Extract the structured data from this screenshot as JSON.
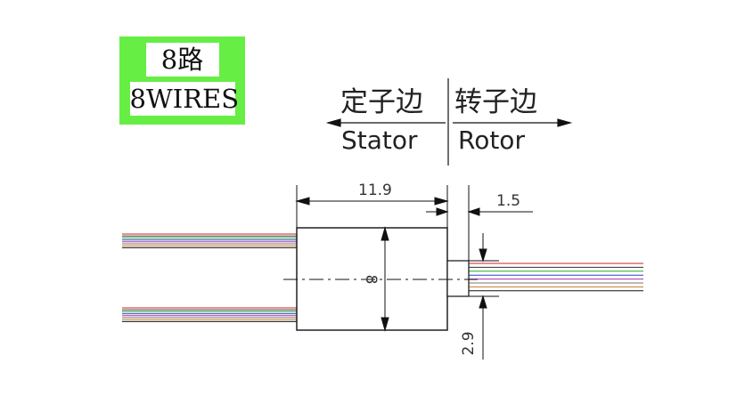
{
  "badge": {
    "line1": "8路",
    "line2": "8WIRES",
    "bg_color": "#66ee44"
  },
  "header": {
    "stator_cn": "定子边",
    "rotor_cn": "转子边",
    "stator_en": "Stator",
    "rotor_en": "Rotor"
  },
  "dimensions": {
    "body_length": "11.9",
    "shaft_length": "1.5",
    "body_diameter": "8",
    "shaft_diameter": "2.9"
  },
  "colors": {
    "line": "#111111",
    "wires": [
      "#cc2222",
      "#333333",
      "#22aa22",
      "#2244cc",
      "#aa33aa",
      "#777777",
      "#cc7722",
      "#111111"
    ]
  }
}
